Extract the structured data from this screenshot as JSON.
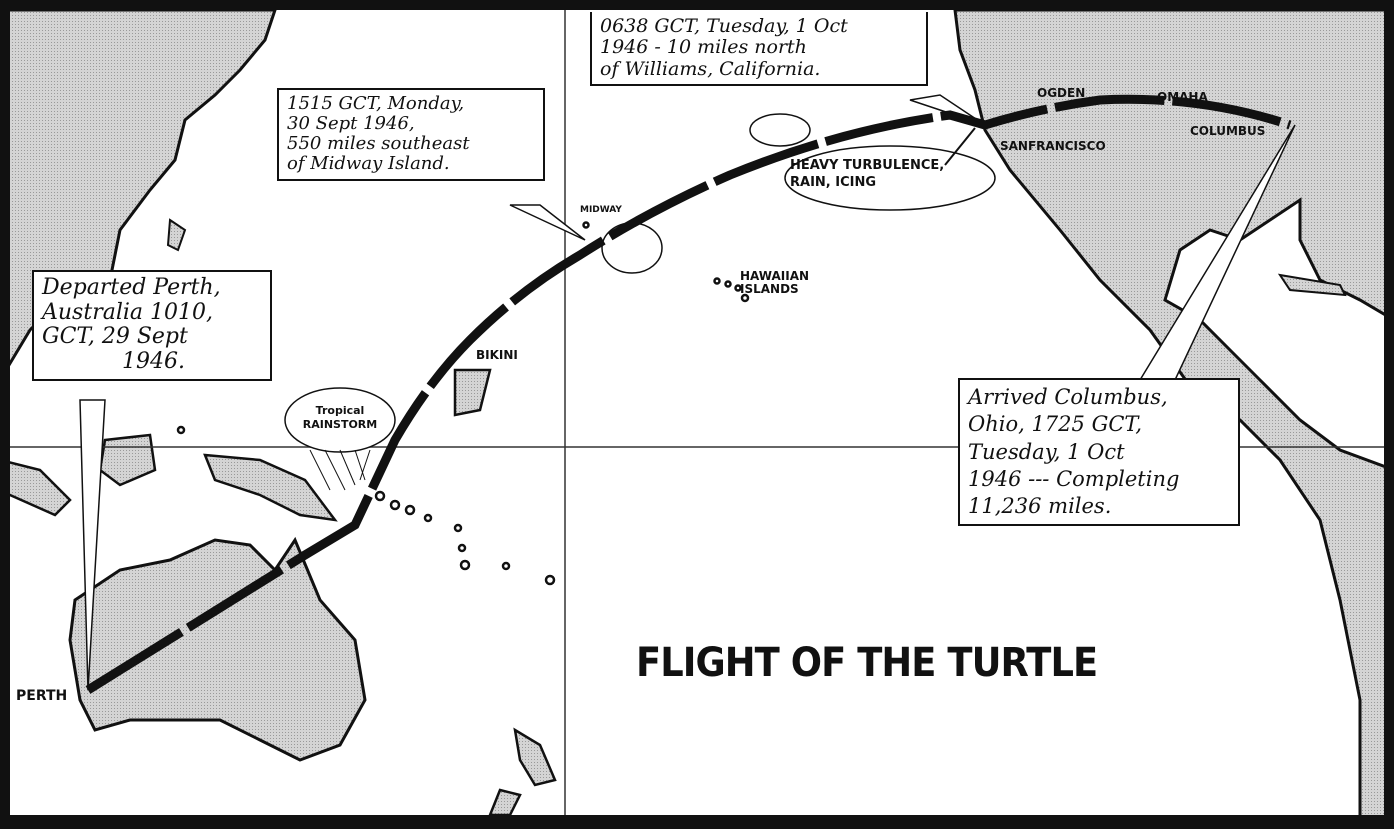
{
  "title": "FLIGHT OF THE TURTLE",
  "callouts": {
    "perth": [
      "Departed Perth,",
      "Australia 1010,",
      "GCT, 29 Sept",
      "1946."
    ],
    "midway": [
      "1515 GCT, Monday,",
      "30 Sept 1946,",
      "550 miles southeast",
      "of Midway Island."
    ],
    "williams": [
      "0638 GCT, Tuesday, 1 Oct",
      "1946 - 10 miles north",
      "of Williams, California."
    ],
    "columbus": [
      "Arrived Columbus,",
      "Ohio, 1725 GCT,",
      "Tuesday, 1 Oct",
      "1946 --- Completing",
      "11,236 miles."
    ]
  },
  "places": {
    "perth": "PERTH",
    "bikini": "BIKINI",
    "midway": "MIDWAY",
    "hawaii": [
      "HAWAIIAN",
      "ISLANDS"
    ],
    "ogden": "OGDEN",
    "omaha": "OMAHA",
    "columbus": "COLUMBUS",
    "sanfrancisco": "SANFRANCISCO"
  },
  "weather": {
    "tropical": [
      "Tropical",
      "RAINSTORM"
    ],
    "turbulence": [
      "HEAVY TURBULENCE,",
      "RAIN, ICING"
    ]
  },
  "colors": {
    "land": "#c8c8c8",
    "ink": "#111111",
    "ocean": "#ffffff"
  }
}
